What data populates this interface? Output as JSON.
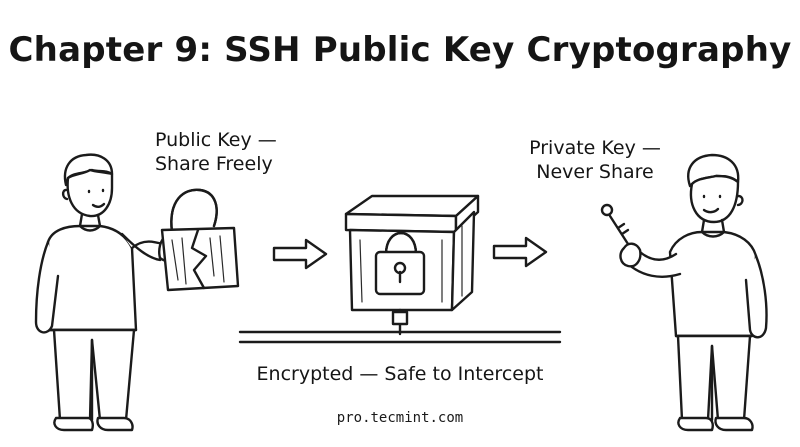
{
  "title": "Chapter 9: SSH Public Key Cryptography",
  "public_key_label": {
    "line1": "Public Key —",
    "line2": "Share Freely"
  },
  "private_key_label": {
    "line1": "Private Key —",
    "line2": "Never Share"
  },
  "channel_caption": "Encrypted — Safe to Intercept",
  "footer": "pro.tecmint.com",
  "icons": {
    "left_person": "person-icon",
    "open_padlock": "open-padlock-icon",
    "locked_box": "locked-box-icon",
    "padlock": "padlock-icon",
    "key": "key-icon",
    "right_person": "person-icon"
  }
}
